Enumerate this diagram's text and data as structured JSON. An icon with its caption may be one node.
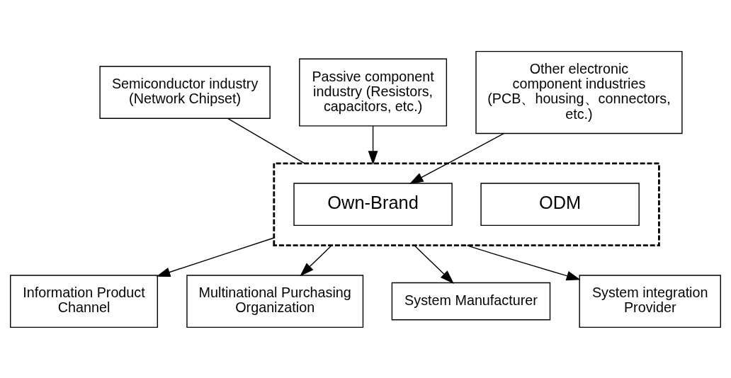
{
  "diagram": {
    "nodes": [
      {
        "text": [
          "Semiconductor industry (Network Chipset)"
        ]
      },
      {
        "text": [
          "Passive component industry (Resistors, capacitors, etc.)"
        ]
      },
      {
        "text": [
          "Other electronic component industries (PCB、housing、connectors, etc.)"
        ]
      },
      {
        "text": [],
        "shape": "box"
      },
      {
        "text": [
          "ODM"
        ],
        "in": 3
      },
      {
        "text": [
          "Own-Brand"
        ],
        "in": 3
      },
      {
        "text": [
          "Information Product Channel"
        ]
      },
      {
        "text": [
          "Multinational Purchasing Organization"
        ]
      },
      {
        "text": [
          "System Manufacturer"
        ]
      },
      {
        "text": [
          "System integration Provider"
        ]
      }
    ],
    "edges": [
      {
        "from": 0,
        "to": 3,
        "arrow": "none"
      },
      {
        "from": 1,
        "to": 3,
        "arrow": "to"
      },
      {
        "from": 2,
        "to": 5,
        "arrow": "to"
      },
      {
        "from": 3,
        "to": 6,
        "arrow": "to"
      },
      {
        "from": 3,
        "to": 7,
        "arrow": "to"
      },
      {
        "from": 3,
        "to": 8,
        "arrow": "to"
      },
      {
        "from": 3,
        "to": 9,
        "arrow": "to"
      }
    ]
  }
}
